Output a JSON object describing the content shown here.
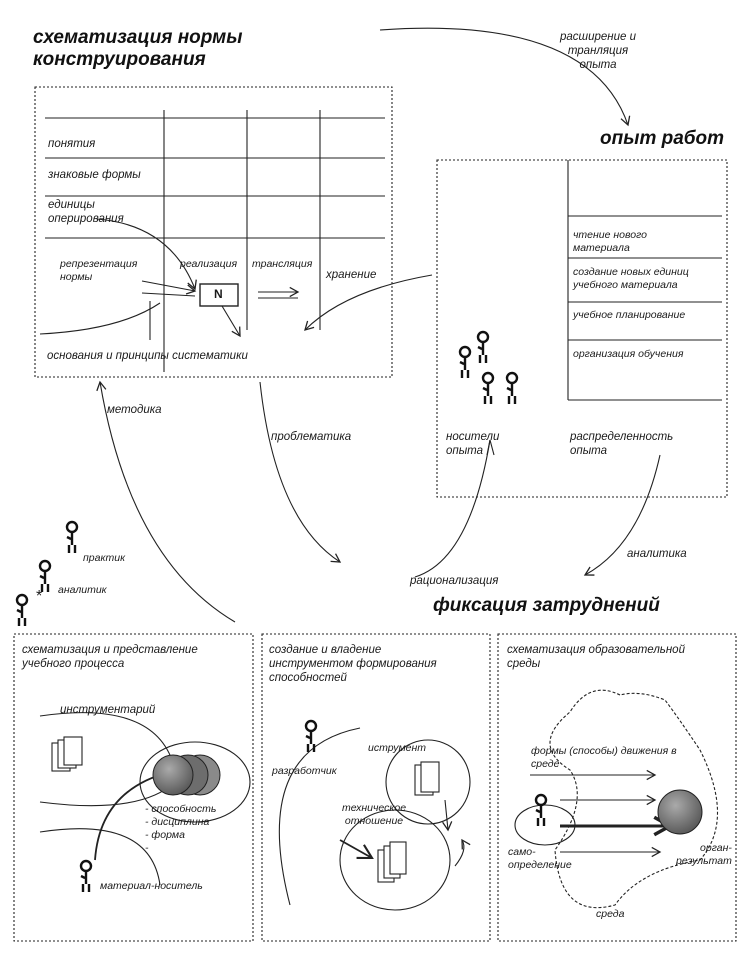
{
  "headings": {
    "norm": "схематизация нормы\nконструирования",
    "experience": "опыт работ",
    "difficulties": "фиксация затруднений"
  },
  "top_box": {
    "rows": [
      "понятия",
      "знаковые формы",
      "единицы\nоперирования"
    ],
    "representation": "репрезентация\nнормы",
    "realization": "реализация",
    "translation": "трансляция",
    "n_symbol": "N",
    "bottom": "основания и принципы систематики"
  },
  "right_box": {
    "items": [
      "чтение нового\nматериала",
      "создание новых единиц\nучебного материала",
      "учебное планирование",
      "организация обучения"
    ],
    "carriers": "носители\nопыта",
    "distribution": "распределенность\nопыта"
  },
  "arrows": {
    "expansion": "расширение и\nтранляция\nопыта",
    "storage": "хранение",
    "methodology": "методика",
    "problematics": "проблематика",
    "rationalization": "рационализация",
    "analytics": "аналитика"
  },
  "roles": {
    "practitioner": "практик",
    "analyst": "аналитик",
    "star": "*"
  },
  "panel1": {
    "title": "схематизация и представление\nучебного процесса",
    "toolkit": "инструментарий",
    "abilities": "- способность\n- дисциплина\n- форма\n-",
    "carrier": "материал-носитель"
  },
  "panel2": {
    "title": "создание и владение\nинструментом формирования\nспособностей",
    "developer": "разработчик",
    "instrument": "иструмент",
    "tech_relation": "техническое\nотношение"
  },
  "panel3": {
    "title": "схематизация образовательной\nсреды",
    "forms": "формы (способы) движения в\nсреде",
    "self": "само-\nопределение",
    "organ": "орган-\nрезультат",
    "environment": "среда"
  }
}
